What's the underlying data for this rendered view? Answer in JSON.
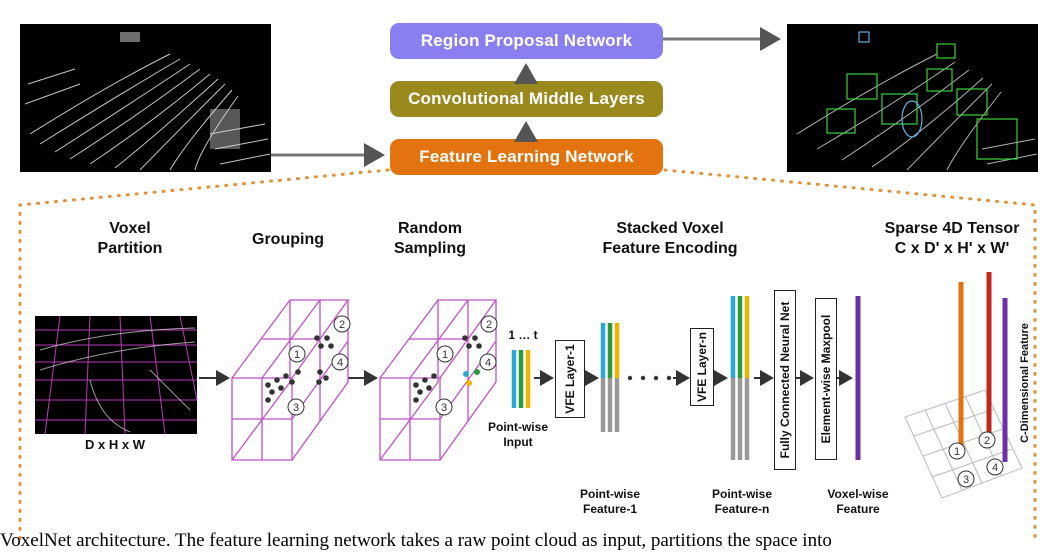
{
  "pipeline": {
    "rpn": "Region Proposal Network",
    "cml": "Convolutional Middle Layers",
    "fln": "Feature Learning Network",
    "colors": {
      "rpn": "#8a7ff0",
      "cml": "#9a8a1e",
      "fln": "#e2730f"
    }
  },
  "stages": {
    "voxel_partition": "Voxel\nPartition",
    "grouping": "Grouping",
    "random_sampling": "Random\nSampling",
    "svfe": "Stacked Voxel\nFeature Encoding",
    "sparse_tensor": "Sparse 4D Tensor\nC x D' x H' x W'"
  },
  "labels": {
    "dims": "D x H x W",
    "one_to_t": "1 … t",
    "pointwise_input": "Point-wise\nInput",
    "vfe1": "VFE Layer-1",
    "vfen": "VFE Layer-n",
    "fcn": "Fully Connected Neural Net",
    "maxpool": "Element-wise Maxpool",
    "pw_feature1": "Point-wise\nFeature-1",
    "pw_featuren": "Point-wise\nFeature-n",
    "voxelwise_feature": "Voxel-wise\nFeature",
    "cdim_feature": "C-Dimensional Feature"
  },
  "voxel_ids": [
    "1",
    "2",
    "3",
    "4"
  ],
  "bottom_text": "VoxelNet architecture. The feature learning network takes a raw point cloud as input, partitions the space into"
}
